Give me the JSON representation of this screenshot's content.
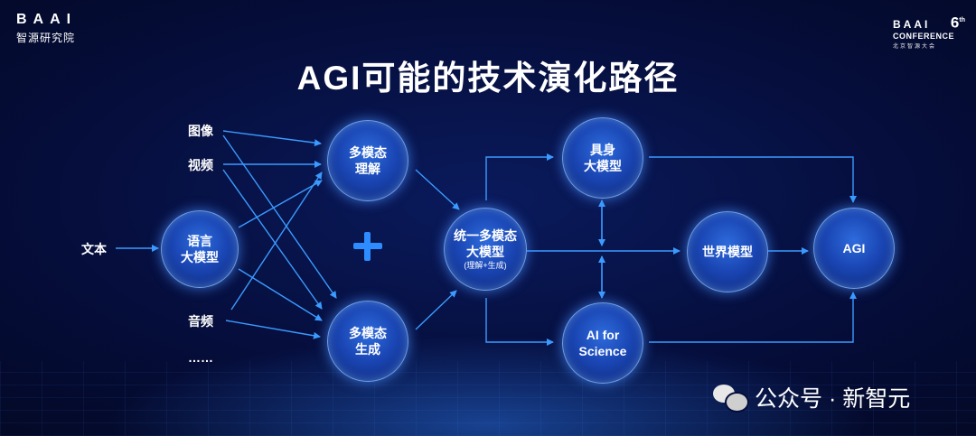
{
  "branding": {
    "left_mark": "BAAI",
    "left_sub": "智源研究院",
    "right_mark": "BAAI",
    "right_number": "6",
    "right_sup": "th",
    "right_conf": "CONFERENCE",
    "right_cn": "北京智源大会"
  },
  "title": "AGI可能的技术演化路径",
  "inputs": {
    "image": "图像",
    "video": "视频",
    "text": "文本",
    "audio": "音频",
    "ellipsis": "……"
  },
  "nodes": {
    "llm": [
      "语言",
      "大模型"
    ],
    "mm_understand": [
      "多模态",
      "理解"
    ],
    "mm_generate": [
      "多模态",
      "生成"
    ],
    "unified": [
      "统一多模态",
      "大模型"
    ],
    "unified_note": "(理解+生成)",
    "embodied": [
      "具身",
      "大模型"
    ],
    "ai_science": [
      "AI for",
      "Science"
    ],
    "world_model": "世界模型",
    "agi": "AGI"
  },
  "watermark": "公众号 · 新智元",
  "colors": {
    "background": "#050d3a",
    "node": "#1a46b4",
    "arrow": "#3b9bff",
    "plus": "#2d8cff"
  }
}
